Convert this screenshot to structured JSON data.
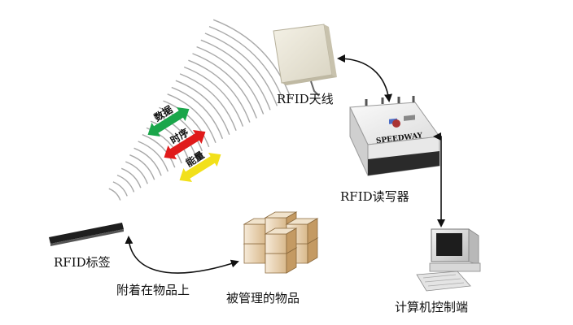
{
  "labels": {
    "antenna": "RFID天线",
    "reader": "RFID读写器",
    "tag": "RFID标签",
    "attach": "附着在物品上",
    "goods": "被管理的物品",
    "computer": "计算机控制端"
  },
  "arrows": {
    "data": "数据",
    "timing": "时序",
    "energy": "能量"
  },
  "reader_brand": "SPEEDWAY",
  "colors": {
    "data_arrow": "#1aa64a",
    "timing_arrow": "#e01b1b",
    "energy_arrow": "#f2e01a",
    "wave": "#a9a9a9",
    "connector": "#111111"
  }
}
